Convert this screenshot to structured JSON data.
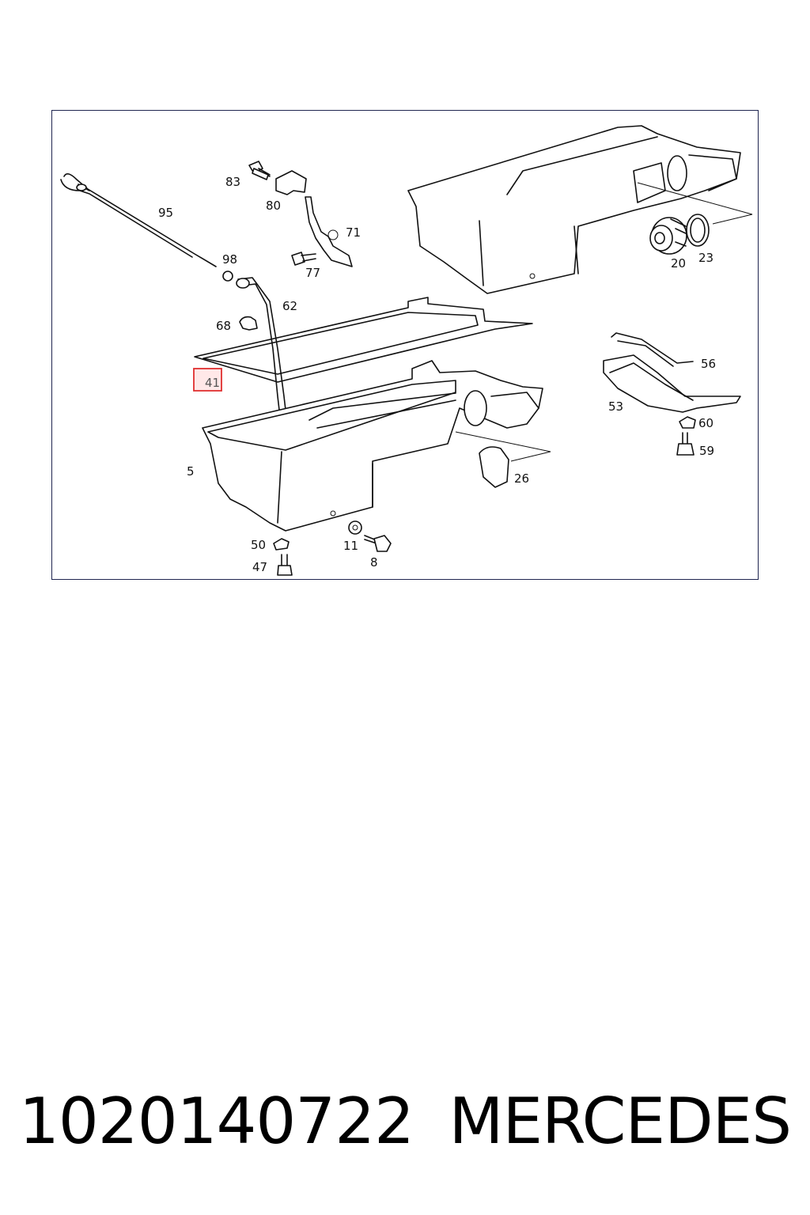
{
  "diagram": {
    "callouts": {
      "c95": "95",
      "c83": "83",
      "c80": "80",
      "c71": "71",
      "c77": "77",
      "c98": "98",
      "c62": "62",
      "c68": "68",
      "c41": "41",
      "c5": "5",
      "c50": "50",
      "c47": "47",
      "c11": "11",
      "c8": "8",
      "c20": "20",
      "c23": "23",
      "c56": "56",
      "c53": "53",
      "c60": "60",
      "c59": "59",
      "c26": "26"
    },
    "highlighted_callout": "41",
    "highlight_color": "#e03030",
    "frame_color": "#1f2550"
  },
  "footer": {
    "part_number": "1020140722",
    "brand": "MERCEDES"
  }
}
